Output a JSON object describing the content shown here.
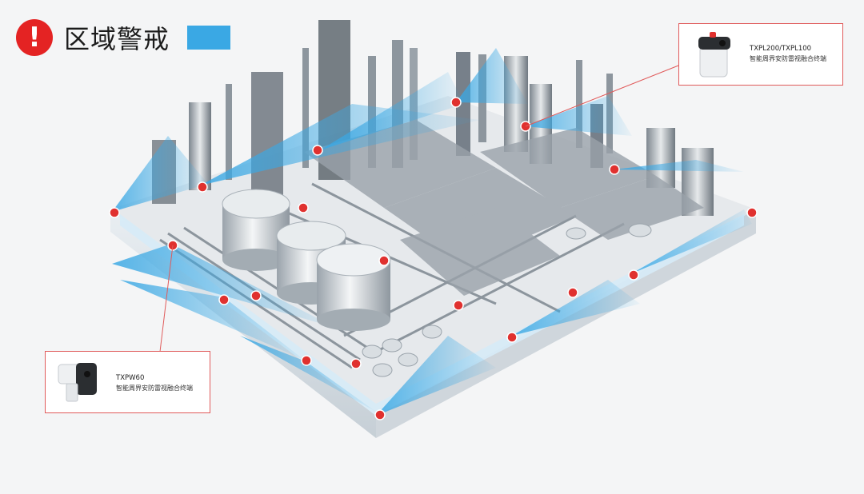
{
  "header": {
    "title": "区域警戒",
    "alert_icon": "exclamation-icon",
    "alert_color": "#e42323",
    "legend_color": "#3aa8e4"
  },
  "callouts": [
    {
      "model": "TXPL200/TXPL100",
      "description": "智能周界安防雷视融合终端",
      "device_icon": "radar-camera-icon"
    },
    {
      "model": "TXPW60",
      "description": "智能周界安防雷视融合终端",
      "device_icon": "radar-camera-icon"
    }
  ],
  "colors": {
    "zone": "#4fb3ea",
    "marker": "#e0312f",
    "callout_border": "#e05a5a",
    "fence": "#cfe6f4"
  }
}
